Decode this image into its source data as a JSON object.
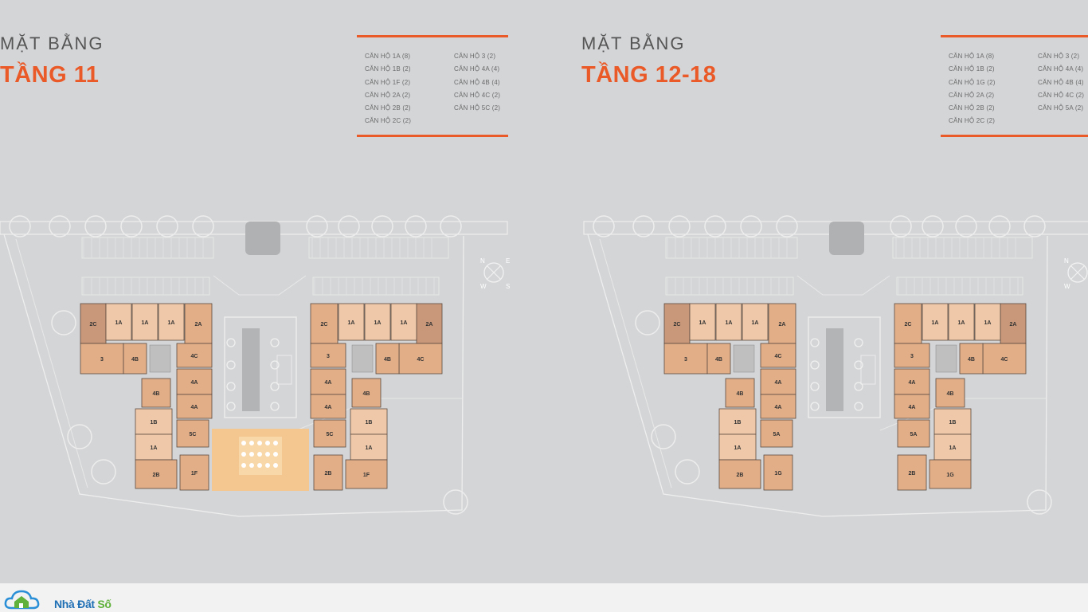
{
  "panels": [
    {
      "title_small": "MẶT BẰNG",
      "title_big": "TẦNG 11",
      "legend_col1": [
        "CĂN HỘ 1A (8)",
        "CĂN HỘ 1B (2)",
        "CĂN HỘ 1F (2)",
        "CĂN HỘ 2A (2)",
        "CĂN HỘ 2B (2)",
        "CĂN HỘ 2C (2)"
      ],
      "legend_col2": [
        "CĂN HỘ 3 (2)",
        "CĂN HỘ 4A (4)",
        "CĂN HỘ 4B (4)",
        "CĂN HỘ 4C (2)",
        "CĂN HỘ 5C (2)"
      ],
      "units_west": [
        "2C",
        "1A",
        "1A",
        "1A",
        "2A",
        "3",
        "4B",
        "4C",
        "4A",
        "4A",
        "4B",
        "1B",
        "1A",
        "5C",
        "2B",
        "1F"
      ],
      "units_east": [
        "2A",
        "1A",
        "1A",
        "1A",
        "2C",
        "4C",
        "4B",
        "3",
        "4A",
        "4A",
        "4B",
        "1B",
        "1A",
        "5C",
        "1F",
        "2B"
      ]
    },
    {
      "title_small": "MẶT BẰNG",
      "title_big": "TẦNG 12-18",
      "legend_col1": [
        "CĂN HỘ 1A (8)",
        "CĂN HỘ 1B (2)",
        "CĂN HỘ 1G (2)",
        "CĂN HỘ 2A (2)",
        "CĂN HỘ 2B (2)",
        "CĂN HỘ 2C (2)"
      ],
      "legend_col2": [
        "CĂN HỘ 3 (2)",
        "CĂN HỘ 4A (4)",
        "CĂN HỘ 4B (4)",
        "CĂN HỘ 4C (2)",
        "CĂN HỘ 5A (2)"
      ],
      "units_west": [
        "2C",
        "1A",
        "1A",
        "1A",
        "2A",
        "3",
        "4B",
        "4C",
        "4A",
        "4A",
        "4B",
        "1B",
        "1A",
        "5A",
        "2B",
        "1G"
      ],
      "units_east": [
        "2A",
        "1A",
        "1A",
        "1A",
        "2C",
        "4C",
        "4B",
        "3",
        "4A",
        "4A",
        "4B",
        "1B",
        "1A",
        "5A",
        "1G",
        "2B"
      ]
    }
  ],
  "compass": {
    "n": "N",
    "e": "E",
    "w": "W",
    "s": "S"
  },
  "logo": {
    "main": "Nhà Đất ",
    "accent": "Số"
  },
  "colors": {
    "accent": "#ea5a28",
    "unit_light": "#f0c8a8",
    "unit_mid": "#e0ae86",
    "unit_dark": "#c7987a",
    "amenity": "#f4c690"
  }
}
